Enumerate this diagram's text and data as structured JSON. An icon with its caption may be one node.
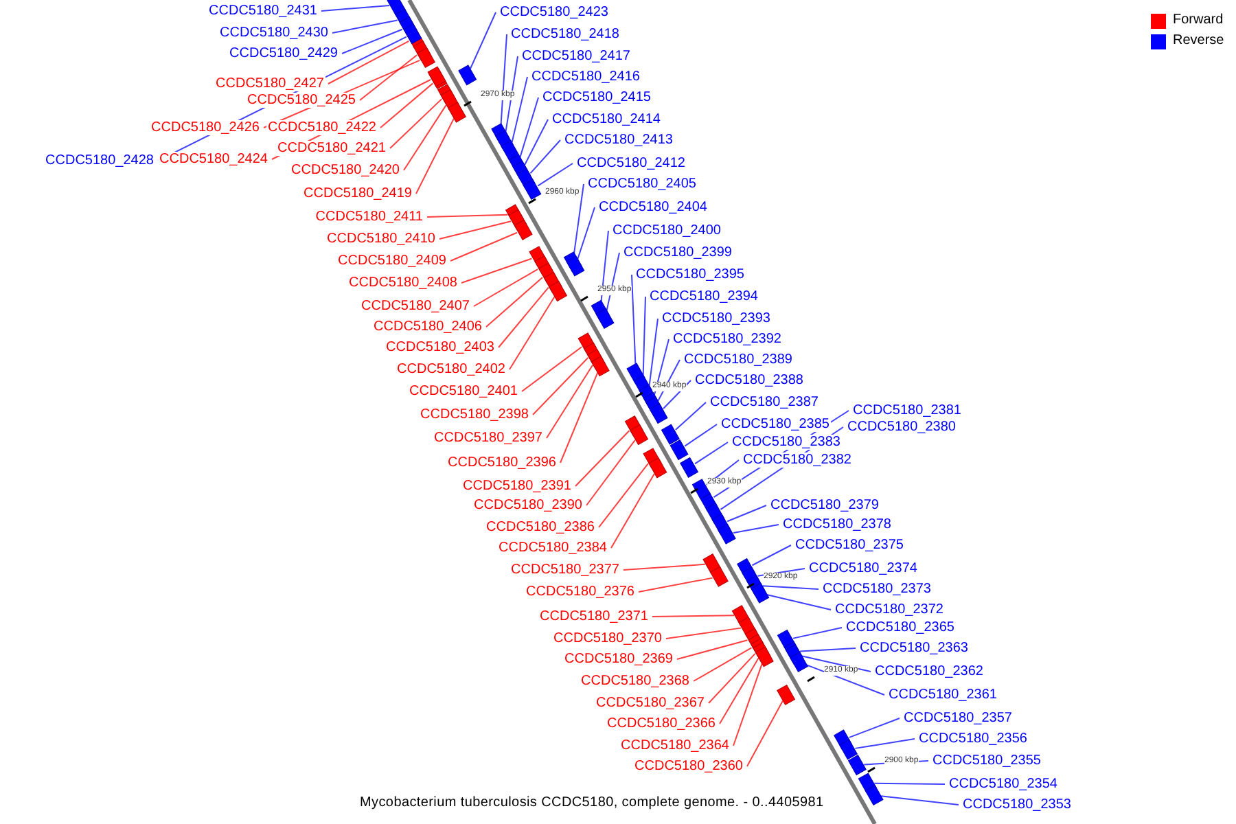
{
  "diagram": {
    "caption": "Mycobacterium tuberculosis CCDC5180, complete genome. - 0..4405981",
    "nodes": [
      {
        "text": [
          "CCDC5180_2431"
        ]
      },
      {
        "text": [
          "CCDC5180_2430"
        ]
      },
      {
        "text": [
          "CCDC5180_2429"
        ]
      },
      {
        "text": [
          "CCDC5180_2427"
        ]
      },
      {
        "text": [
          "CCDC5180_2425"
        ]
      },
      {
        "text": [
          "CCDC5180_2426"
        ]
      },
      {
        "text": [
          "CCDC5180_2422"
        ]
      },
      {
        "text": [
          "CCDC5180_2421"
        ]
      },
      {
        "text": [
          "CCDC5180_2428"
        ]
      },
      {
        "text": [
          "CCDC5180_2424"
        ]
      },
      {
        "text": [
          "CCDC5180_2420"
        ]
      },
      {
        "text": [
          "CCDC5180_2419"
        ]
      },
      {
        "text": [
          "CCDC5180_2411"
        ]
      },
      {
        "text": [
          "CCDC5180_2410"
        ]
      },
      {
        "text": [
          "CCDC5180_2409"
        ]
      },
      {
        "text": [
          "CCDC5180_2408"
        ]
      },
      {
        "text": [
          "CCDC5180_2407"
        ]
      },
      {
        "text": [
          "CCDC5180_2406"
        ]
      },
      {
        "text": [
          "CCDC5180_2403"
        ]
      },
      {
        "text": [
          "CCDC5180_2402"
        ]
      },
      {
        "text": [
          "CCDC5180_2401"
        ]
      },
      {
        "text": [
          "CCDC5180_2398"
        ]
      },
      {
        "text": [
          "CCDC5180_2397"
        ]
      },
      {
        "text": [
          "CCDC5180_2396"
        ]
      },
      {
        "text": [
          "CCDC5180_2391"
        ]
      },
      {
        "text": [
          "CCDC5180_2390"
        ]
      },
      {
        "text": [
          "CCDC5180_2386"
        ]
      },
      {
        "text": [
          "CCDC5180_2384"
        ]
      },
      {
        "text": [
          "CCDC5180_2377"
        ]
      },
      {
        "text": [
          "CCDC5180_2376"
        ]
      },
      {
        "text": [
          "CCDC5180_2371"
        ]
      },
      {
        "text": [
          "CCDC5180_2370"
        ]
      },
      {
        "text": [
          "CCDC5180_2369"
        ]
      },
      {
        "text": [
          "CCDC5180_2368"
        ]
      },
      {
        "text": [
          "CCDC5180_2367"
        ]
      },
      {
        "text": [
          "CCDC5180_2366"
        ]
      },
      {
        "text": [
          "CCDC5180_2364"
        ]
      },
      {
        "text": [
          "CCDC5180_2360"
        ]
      },
      {
        "text": [
          "CCDC5180_2423"
        ]
      },
      {
        "text": [
          "CCDC5180_2418"
        ]
      },
      {
        "text": [
          "CCDC5180_2417"
        ]
      },
      {
        "text": [
          "CCDC5180_2416"
        ]
      },
      {
        "text": [
          "CCDC5180_2415"
        ]
      },
      {
        "text": [
          "CCDC5180_2414"
        ]
      },
      {
        "text": [
          "CCDC5180_2413"
        ]
      },
      {
        "text": [
          "CCDC5180_2412"
        ]
      },
      {
        "text": [
          "CCDC5180_2405"
        ]
      },
      {
        "text": [
          "CCDC5180_2404"
        ]
      },
      {
        "text": [
          "CCDC5180_2400"
        ]
      },
      {
        "text": [
          "CCDC5180_2399"
        ]
      },
      {
        "text": [
          "CCDC5180_2395"
        ]
      },
      {
        "text": [
          "CCDC5180_2394"
        ]
      },
      {
        "text": [
          "CCDC5180_2393"
        ]
      },
      {
        "text": [
          "CCDC5180_2392"
        ]
      },
      {
        "text": [
          "CCDC5180_2389"
        ]
      },
      {
        "text": [
          "CCDC5180_2388"
        ]
      },
      {
        "text": [
          "CCDC5180_2387"
        ]
      },
      {
        "text": [
          "CCDC5180_2385"
        ]
      },
      {
        "text": [
          "CCDC5180_2381"
        ]
      },
      {
        "text": [
          "CCDC5180_2380"
        ]
      },
      {
        "text": [
          "CCDC5180_2383"
        ]
      },
      {
        "text": [
          "CCDC5180_2382"
        ]
      },
      {
        "text": [
          "CCDC5180_2379"
        ]
      },
      {
        "text": [
          "CCDC5180_2378"
        ]
      },
      {
        "text": [
          "CCDC5180_2375"
        ]
      },
      {
        "text": [
          "CCDC5180_2374"
        ]
      },
      {
        "text": [
          "CCDC5180_2373"
        ]
      },
      {
        "text": [
          "CCDC5180_2372"
        ]
      },
      {
        "text": [
          "CCDC5180_2365"
        ]
      },
      {
        "text": [
          "CCDC5180_2363"
        ]
      },
      {
        "text": [
          "CCDC5180_2362"
        ]
      },
      {
        "text": [
          "CCDC5180_2361"
        ]
      },
      {
        "text": [
          "CCDC5180_2357"
        ]
      },
      {
        "text": [
          "CCDC5180_2356"
        ]
      },
      {
        "text": [
          "CCDC5180_2355"
        ]
      },
      {
        "text": [
          "CCDC5180_2354"
        ]
      },
      {
        "text": [
          "CCDC5180_2353"
        ]
      },
      {
        "text": [],
        "shape": "box"
      },
      {
        "text": [],
        "shape": "box"
      },
      {
        "text": [],
        "shape": "box"
      },
      {
        "text": [],
        "shape": "box"
      },
      {
        "text": [],
        "shape": "box"
      },
      {
        "text": [],
        "shape": "box"
      },
      {
        "text": [],
        "shape": "box"
      },
      {
        "text": [],
        "shape": "box"
      },
      {
        "text": [],
        "shape": "box"
      },
      {
        "text": [],
        "shape": "box"
      },
      {
        "text": [],
        "shape": "box"
      },
      {
        "text": [],
        "shape": "box"
      },
      {
        "text": [],
        "shape": "box"
      },
      {
        "text": [],
        "shape": "box"
      },
      {
        "text": [],
        "shape": "box"
      },
      {
        "text": [],
        "shape": "box"
      },
      {
        "text": [],
        "shape": "box"
      },
      {
        "text": [],
        "shape": "box"
      },
      {
        "text": [],
        "shape": "box"
      },
      {
        "text": [],
        "shape": "box"
      },
      {
        "text": [],
        "shape": "box"
      },
      {
        "text": [],
        "shape": "box"
      },
      {
        "text": [],
        "shape": "box"
      },
      {
        "text": [],
        "shape": "box"
      },
      {
        "text": [],
        "shape": "box"
      },
      {
        "text": [],
        "shape": "box"
      },
      {
        "text": [],
        "shape": "box"
      },
      {
        "text": [],
        "shape": "box"
      },
      {
        "text": [],
        "shape": "box"
      },
      {
        "text": [],
        "shape": "box"
      },
      {
        "text": [],
        "shape": "box"
      },
      {
        "text": [],
        "shape": "box"
      },
      {
        "text": [],
        "shape": "box"
      },
      {
        "text": [],
        "shape": "box"
      },
      {
        "text": [],
        "shape": "box"
      },
      {
        "text": [],
        "shape": "box"
      },
      {
        "text": [],
        "shape": "box"
      },
      {
        "text": [],
        "shape": "box"
      },
      {
        "text": [],
        "shape": "box"
      },
      {
        "text": [],
        "shape": "box"
      },
      {
        "text": [],
        "shape": "box"
      },
      {
        "text": [],
        "shape": "box"
      },
      {
        "text": [],
        "shape": "box"
      },
      {
        "text": [],
        "shape": "box"
      },
      {
        "text": [],
        "shape": "box"
      },
      {
        "text": [],
        "shape": "box"
      },
      {
        "text": [],
        "shape": "box"
      },
      {
        "text": [],
        "shape": "box"
      },
      {
        "text": [],
        "shape": "box"
      },
      {
        "text": [],
        "shape": "box"
      },
      {
        "text": [],
        "shape": "box"
      },
      {
        "text": [],
        "shape": "box"
      },
      {
        "text": [],
        "shape": "box"
      },
      {
        "text": [],
        "shape": "box"
      },
      {
        "text": [],
        "shape": "box"
      },
      {
        "text": [],
        "shape": "box"
      },
      {
        "text": [],
        "shape": "box"
      },
      {
        "text": [],
        "shape": "box"
      },
      {
        "text": [],
        "shape": "box"
      },
      {
        "text": [],
        "shape": "box"
      },
      {
        "text": [],
        "shape": "box"
      },
      {
        "text": [],
        "shape": "box"
      },
      {
        "text": [],
        "shape": "box"
      },
      {
        "text": [],
        "shape": "box"
      },
      {
        "text": [],
        "shape": "box"
      },
      {
        "text": [],
        "shape": "box"
      },
      {
        "text": [],
        "shape": "box"
      },
      {
        "text": [],
        "shape": "box"
      },
      {
        "text": [],
        "shape": "box"
      },
      {
        "text": [],
        "shape": "box"
      },
      {
        "text": [],
        "shape": "box"
      },
      {
        "text": [],
        "shape": "box"
      },
      {
        "text": [],
        "shape": "box"
      },
      {
        "text": [],
        "shape": "box"
      },
      {
        "text": [],
        "shape": "box"
      },
      {
        "text": [],
        "shape": "box"
      },
      {
        "text": [],
        "shape": "box"
      }
    ],
    "edges": [
      {
        "from": 0,
        "to": 77,
        "arrow": "none"
      },
      {
        "from": 1,
        "to": 78,
        "arrow": "none"
      },
      {
        "from": 2,
        "to": 79,
        "arrow": "none"
      },
      {
        "from": 3,
        "to": 80,
        "arrow": "none",
        "color": "#ff0000"
      },
      {
        "from": 4,
        "to": 81,
        "arrow": "none",
        "color": "#ff0000"
      },
      {
        "from": 5,
        "to": 82,
        "arrow": "none",
        "color": "#ff0000"
      },
      {
        "from": 6,
        "to": 83,
        "arrow": "none",
        "color": "#ff0000"
      },
      {
        "from": 7,
        "to": 84,
        "arrow": "none",
        "color": "#ff0000"
      },
      {
        "from": 8,
        "to": 85,
        "arrow": "none"
      },
      {
        "from": 9,
        "to": 86,
        "arrow": "none",
        "color": "#ff0000"
      },
      {
        "from": 10,
        "to": 87,
        "arrow": "none",
        "color": "#ff0000"
      },
      {
        "from": 11,
        "to": 88,
        "arrow": "none",
        "color": "#ff0000"
      },
      {
        "from": 12,
        "to": 89,
        "arrow": "none",
        "color": "#ff0000"
      },
      {
        "from": 13,
        "to": 90,
        "arrow": "none",
        "color": "#ff0000"
      },
      {
        "from": 14,
        "to": 91,
        "arrow": "none",
        "color": "#ff0000"
      },
      {
        "from": 15,
        "to": 92,
        "arrow": "none",
        "color": "#ff0000"
      },
      {
        "from": 16,
        "to": 93,
        "arrow": "none",
        "color": "#ff0000"
      },
      {
        "from": 17,
        "to": 94,
        "arrow": "none",
        "color": "#ff0000"
      },
      {
        "from": 18,
        "to": 95,
        "arrow": "none",
        "color": "#ff0000"
      },
      {
        "from": 19,
        "to": 96,
        "arrow": "none",
        "color": "#ff0000"
      },
      {
        "from": 20,
        "to": 97,
        "arrow": "none",
        "color": "#ff0000"
      },
      {
        "from": 21,
        "to": 98,
        "arrow": "none",
        "color": "#ff0000"
      },
      {
        "from": 22,
        "to": 99,
        "arrow": "none",
        "color": "#ff0000"
      },
      {
        "from": 23,
        "to": 100,
        "arrow": "none",
        "color": "#ff0000"
      },
      {
        "from": 24,
        "to": 101,
        "arrow": "none",
        "color": "#ff0000"
      },
      {
        "from": 25,
        "to": 102,
        "arrow": "none",
        "color": "#ff0000"
      },
      {
        "from": 26,
        "to": 103,
        "arrow": "none",
        "color": "#ff0000"
      },
      {
        "from": 27,
        "to": 104,
        "arrow": "none",
        "color": "#ff0000"
      },
      {
        "from": 28,
        "to": 105,
        "arrow": "none",
        "color": "#ff0000"
      },
      {
        "from": 29,
        "to": 106,
        "arrow": "none",
        "color": "#ff0000"
      },
      {
        "from": 30,
        "to": 107,
        "arrow": "none",
        "color": "#ff0000"
      },
      {
        "from": 31,
        "to": 108,
        "arrow": "none",
        "color": "#ff0000"
      },
      {
        "from": 32,
        "to": 109,
        "arrow": "none",
        "color": "#ff0000"
      },
      {
        "from": 33,
        "to": 110,
        "arrow": "none",
        "color": "#ff0000"
      },
      {
        "from": 34,
        "to": 111,
        "arrow": "none",
        "color": "#ff0000"
      },
      {
        "from": 35,
        "to": 112,
        "arrow": "none",
        "color": "#ff0000"
      },
      {
        "from": 36,
        "to": 113,
        "arrow": "none",
        "color": "#ff0000"
      },
      {
        "from": 37,
        "to": 114,
        "arrow": "none",
        "color": "#ff0000"
      },
      {
        "from": 38,
        "to": 115,
        "arrow": "none"
      },
      {
        "from": 39,
        "to": 116,
        "arrow": "none"
      },
      {
        "from": 40,
        "to": 117,
        "arrow": "none"
      },
      {
        "from": 41,
        "to": 118,
        "arrow": "none"
      },
      {
        "from": 42,
        "to": 119,
        "arrow": "none"
      },
      {
        "from": 43,
        "to": 120,
        "arrow": "none"
      },
      {
        "from": 44,
        "to": 121,
        "arrow": "none"
      },
      {
        "from": 45,
        "to": 122,
        "arrow": "none"
      },
      {
        "from": 46,
        "to": 123,
        "arrow": "none"
      },
      {
        "from": 47,
        "to": 124,
        "arrow": "none"
      },
      {
        "from": 48,
        "to": 125,
        "arrow": "none"
      },
      {
        "from": 49,
        "to": 126,
        "arrow": "none"
      },
      {
        "from": 50,
        "to": 127,
        "arrow": "none"
      },
      {
        "from": 51,
        "to": 128,
        "arrow": "none"
      },
      {
        "from": 52,
        "to": 129,
        "arrow": "none"
      },
      {
        "from": 53,
        "to": 130,
        "arrow": "none"
      },
      {
        "from": 54,
        "to": 131,
        "arrow": "none"
      },
      {
        "from": 55,
        "to": 132,
        "arrow": "none"
      },
      {
        "from": 56,
        "to": 133,
        "arrow": "none"
      },
      {
        "from": 57,
        "to": 134,
        "arrow": "none"
      },
      {
        "from": 58,
        "to": 135,
        "arrow": "none"
      },
      {
        "from": 59,
        "to": 136,
        "arrow": "none"
      },
      {
        "from": 60,
        "to": 137,
        "arrow": "none"
      },
      {
        "from": 61,
        "to": 138,
        "arrow": "none"
      },
      {
        "from": 62,
        "to": 139,
        "arrow": "none"
      },
      {
        "from": 63,
        "to": 140,
        "arrow": "none"
      },
      {
        "from": 64,
        "to": 141,
        "arrow": "none"
      },
      {
        "from": 65,
        "to": 142,
        "arrow": "none"
      },
      {
        "from": 66,
        "to": 143,
        "arrow": "none"
      },
      {
        "from": 67,
        "to": 144,
        "arrow": "none"
      },
      {
        "from": 68,
        "to": 145,
        "arrow": "none"
      },
      {
        "from": 69,
        "to": 146,
        "arrow": "none"
      },
      {
        "from": 70,
        "to": 147,
        "arrow": "none"
      },
      {
        "from": 71,
        "to": 148,
        "arrow": "none"
      },
      {
        "from": 72,
        "to": 149,
        "arrow": "none"
      },
      {
        "from": 73,
        "to": 150,
        "arrow": "none"
      },
      {
        "from": 74,
        "to": 151,
        "arrow": "none"
      },
      {
        "from": 75,
        "to": 152,
        "arrow": "none"
      },
      {
        "from": 76,
        "to": 153,
        "arrow": "none"
      }
    ],
    "labels": [
      "2970 kbp",
      "2960 kbp",
      "2950 kbp",
      "2940 kbp",
      "2930 kbp",
      "2920 kbp",
      "2910 kbp",
      "2900 kbp"
    ],
    "legend": [
      {
        "text": "Forward",
        "color": "#ff0000"
      },
      {
        "text": "Reverse",
        "color": "#0000ff"
      }
    ]
  }
}
